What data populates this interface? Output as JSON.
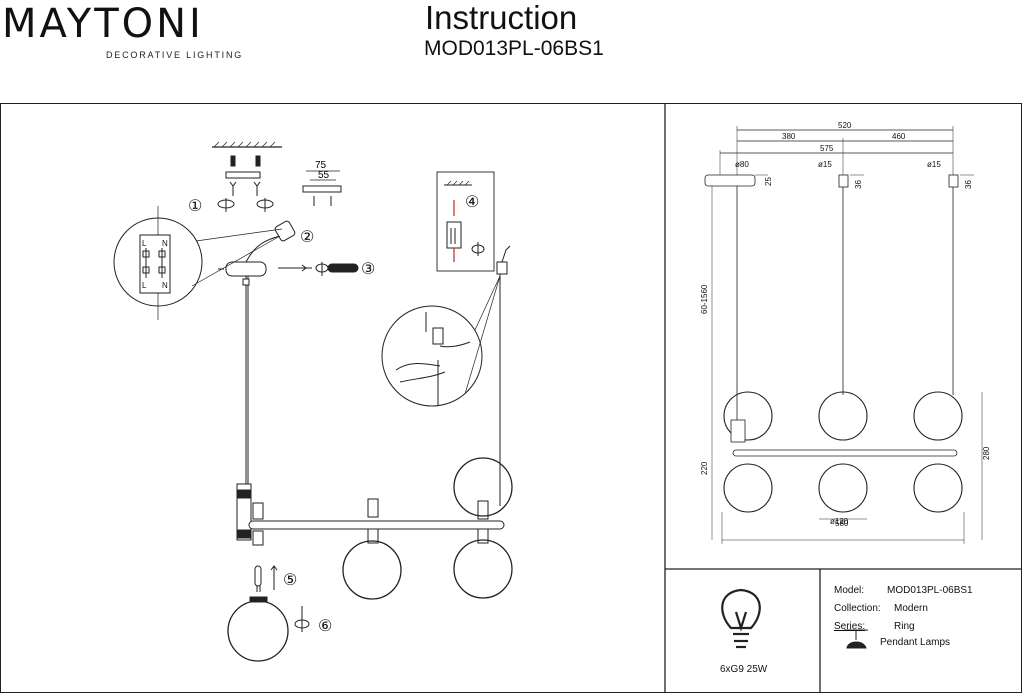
{
  "header": {
    "brand": "MAYTONI",
    "brand_tagline": "DECORATIVE LIGHTING",
    "title": "Instruction",
    "model_code": "MOD013PL-06BS1"
  },
  "steps": [
    "①",
    "②",
    "③",
    "④",
    "⑤",
    "⑥"
  ],
  "bracket_dims": [
    "75",
    "55"
  ],
  "terminal_labels": [
    "L",
    "N",
    "L",
    "N"
  ],
  "dimensions": {
    "overall_top": "520",
    "left_span": "380",
    "right_span": "460",
    "canopy_span": "575",
    "canopy_dia": "ø80",
    "canopy_h": "25",
    "fix_dia_1": "ø15",
    "fix_h_1": "36",
    "fix_dia_2": "ø15",
    "fix_h_2": "36",
    "cable_len": "60-1560",
    "lower_h": "220",
    "total_h": "280",
    "globe_dia": "ø120",
    "bottom_w": "580"
  },
  "spec": {
    "lamp": "6xG9 25W",
    "model_label": "Model:",
    "model_value": "MOD013PL-06BS1",
    "collection_label": "Collection:",
    "collection_value": "Modern",
    "series_label": "Series:",
    "series_value": "Ring",
    "type_value": "Pendant Lamps"
  }
}
